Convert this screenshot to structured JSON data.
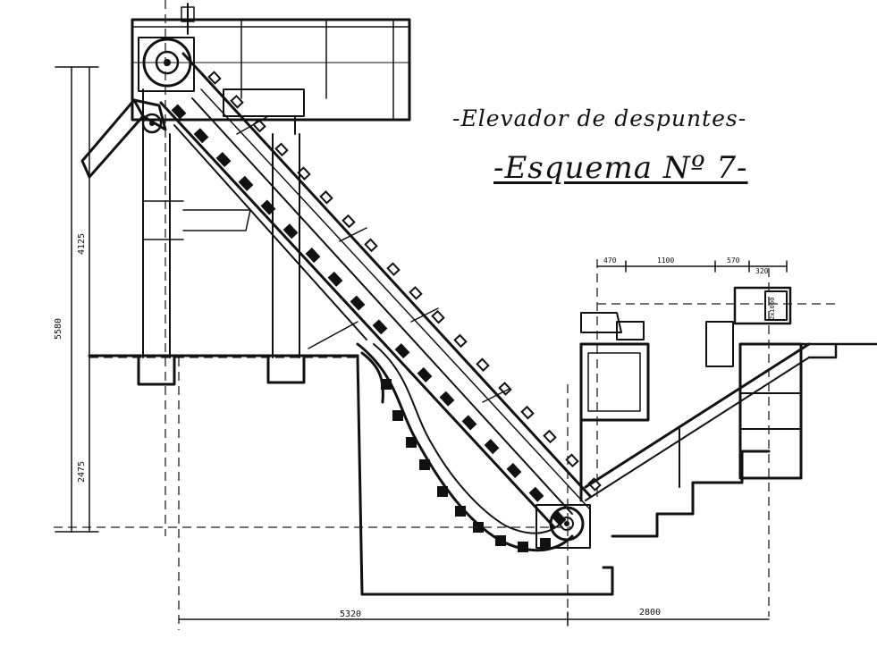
{
  "drawing": {
    "caption": "-Elevador de despuntes-",
    "subtitle": "-Esquema Nº 7-"
  },
  "dimensions": {
    "total_height": "5580",
    "upper_height": "4125",
    "lower_height": "2475",
    "horizontal_left": "5320",
    "horizontal_right": "2800",
    "top_a": "470",
    "top_b": "1100",
    "top_c": "570",
    "top_d": "320",
    "small_box": "2x1000"
  },
  "colors": {
    "ink": "#111111",
    "paper": "#ffffff"
  }
}
